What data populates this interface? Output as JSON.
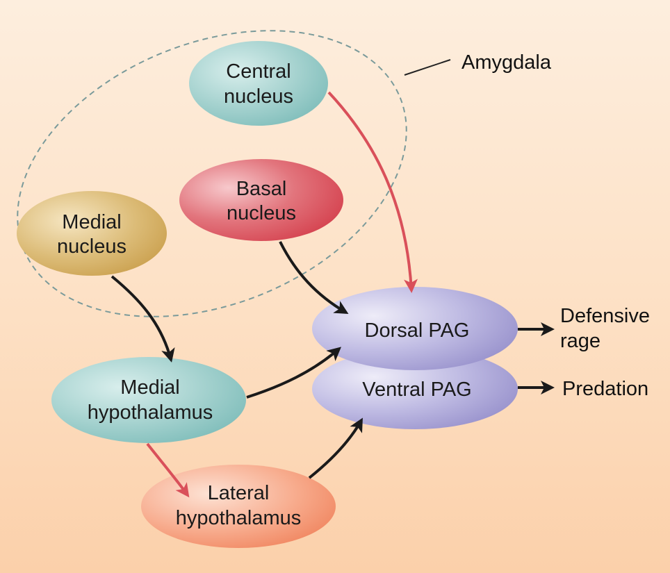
{
  "nodes": {
    "central": {
      "line1": "Central",
      "line2": "nucleus"
    },
    "basal": {
      "line1": "Basal",
      "line2": "nucleus"
    },
    "medial": {
      "line1": "Medial",
      "line2": "nucleus"
    },
    "medhypo": {
      "line1": "Medial",
      "line2": "hypothalamus"
    },
    "lathypo": {
      "line1": "Lateral",
      "line2": "hypothalamus"
    },
    "dorsalpag": {
      "label": "Dorsal PAG"
    },
    "ventralpag": {
      "label": "Ventral PAG"
    }
  },
  "group_label": "Amygdala",
  "outputs": {
    "defensive": {
      "line1": "Defensive",
      "line2": "rage"
    },
    "predation": {
      "label": "Predation"
    }
  },
  "colors": {
    "excitatory_arrow": "#1a1a1a",
    "inhibitory_arrow": "#d9505a",
    "teal_node": "#8fc6c4",
    "red_node": "#d9515c",
    "gold_node": "#d2ab5c",
    "purple_node": "#a19ad2",
    "orange_node": "#f0835c",
    "amygdala_outline": "#7a9a9a"
  }
}
